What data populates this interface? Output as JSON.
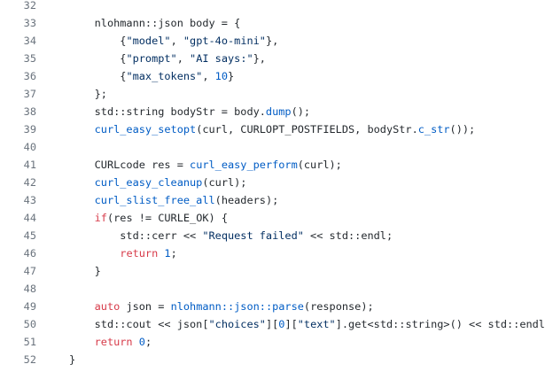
{
  "code": {
    "lines": [
      {
        "num": "32",
        "tokens": []
      },
      {
        "num": "33",
        "tokens": [
          [
            "    nlohmann::json body = {",
            "plain"
          ]
        ]
      },
      {
        "num": "34",
        "tokens": [
          [
            "        {",
            "plain"
          ],
          [
            "\"model\"",
            "str"
          ],
          [
            ", ",
            "plain"
          ],
          [
            "\"gpt-4o-mini\"",
            "str"
          ],
          [
            "},",
            "plain"
          ]
        ]
      },
      {
        "num": "35",
        "tokens": [
          [
            "        {",
            "plain"
          ],
          [
            "\"prompt\"",
            "str"
          ],
          [
            ", ",
            "plain"
          ],
          [
            "\"AI says:\"",
            "str"
          ],
          [
            "},",
            "plain"
          ]
        ]
      },
      {
        "num": "36",
        "tokens": [
          [
            "        {",
            "plain"
          ],
          [
            "\"max_tokens\"",
            "str"
          ],
          [
            ", ",
            "plain"
          ],
          [
            "10",
            "num"
          ],
          [
            "}",
            "plain"
          ]
        ]
      },
      {
        "num": "37",
        "tokens": [
          [
            "    };",
            "plain"
          ]
        ]
      },
      {
        "num": "38",
        "tokens": [
          [
            "    std::string bodyStr = body.",
            "plain"
          ],
          [
            "dump",
            "fn"
          ],
          [
            "();",
            "plain"
          ]
        ]
      },
      {
        "num": "39",
        "tokens": [
          [
            "    ",
            "plain"
          ],
          [
            "curl_easy_setopt",
            "fn"
          ],
          [
            "(curl, CURLOPT_POSTFIELDS, bodyStr.",
            "plain"
          ],
          [
            "c_str",
            "fn"
          ],
          [
            "());",
            "plain"
          ]
        ]
      },
      {
        "num": "40",
        "tokens": []
      },
      {
        "num": "41",
        "tokens": [
          [
            "    CURLcode res = ",
            "plain"
          ],
          [
            "curl_easy_perform",
            "fn"
          ],
          [
            "(curl);",
            "plain"
          ]
        ]
      },
      {
        "num": "42",
        "tokens": [
          [
            "    ",
            "plain"
          ],
          [
            "curl_easy_cleanup",
            "fn"
          ],
          [
            "(curl);",
            "plain"
          ]
        ]
      },
      {
        "num": "43",
        "tokens": [
          [
            "    ",
            "plain"
          ],
          [
            "curl_slist_free_all",
            "fn"
          ],
          [
            "(headers);",
            "plain"
          ]
        ]
      },
      {
        "num": "44",
        "tokens": [
          [
            "    ",
            "plain"
          ],
          [
            "if",
            "kw"
          ],
          [
            "(res != CURLE_OK) {",
            "plain"
          ]
        ]
      },
      {
        "num": "45",
        "tokens": [
          [
            "        std::cerr << ",
            "plain"
          ],
          [
            "\"Request failed\"",
            "str"
          ],
          [
            " << std::endl;",
            "plain"
          ]
        ]
      },
      {
        "num": "46",
        "tokens": [
          [
            "        ",
            "plain"
          ],
          [
            "return",
            "kw"
          ],
          [
            " ",
            "plain"
          ],
          [
            "1",
            "num"
          ],
          [
            ";",
            "plain"
          ]
        ]
      },
      {
        "num": "47",
        "tokens": [
          [
            "    }",
            "plain"
          ]
        ]
      },
      {
        "num": "48",
        "tokens": []
      },
      {
        "num": "49",
        "tokens": [
          [
            "    ",
            "plain"
          ],
          [
            "auto",
            "kw"
          ],
          [
            " json = ",
            "plain"
          ],
          [
            "nlohmann::json::parse",
            "fn"
          ],
          [
            "(response);",
            "plain"
          ]
        ]
      },
      {
        "num": "50",
        "tokens": [
          [
            "    std::cout << json[",
            "plain"
          ],
          [
            "\"choices\"",
            "str"
          ],
          [
            "][",
            "plain"
          ],
          [
            "0",
            "num"
          ],
          [
            "][",
            "plain"
          ],
          [
            "\"text\"",
            "str"
          ],
          [
            "].get<std::string>() << std::endl;",
            "plain"
          ]
        ]
      },
      {
        "num": "51",
        "tokens": [
          [
            "    ",
            "plain"
          ],
          [
            "return",
            "kw"
          ],
          [
            " ",
            "plain"
          ],
          [
            "0",
            "num"
          ],
          [
            ";",
            "plain"
          ]
        ]
      },
      {
        "num": "52",
        "tokens": [
          [
            "}",
            "plain"
          ]
        ]
      }
    ]
  }
}
